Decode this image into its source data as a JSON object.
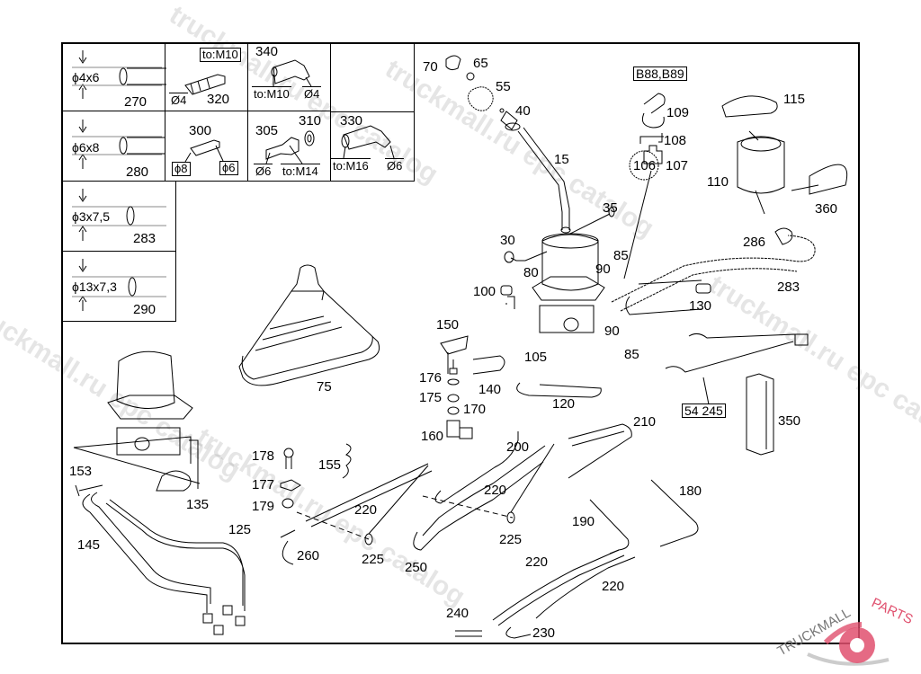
{
  "watermarks": [
    "truckmall.ru epc catalog",
    "truckmall.ru epc catalog",
    "truckmall.ru epc catalog",
    "truckmall.ru epc catalog"
  ],
  "logo": {
    "text_dark": "TRUCKMALL",
    "text_accent": "PARTS",
    "accent_color": "#e0506e",
    "dark_color": "#777777"
  },
  "legend": {
    "hoses": [
      {
        "dim": "ϕ4x6",
        "part": "270"
      },
      {
        "dim": "ϕ6x8",
        "part": "280"
      },
      {
        "dim": "ϕ3x7,5",
        "part": "283"
      },
      {
        "dim": "ϕ13x7,3",
        "part": "290"
      }
    ],
    "fittings": [
      {
        "part": "320",
        "a": "Ø4",
        "b": "to:M10"
      },
      {
        "part": "340",
        "a": "to:M10",
        "b": "Ø4"
      },
      {
        "part": "300",
        "a": "ϕ8",
        "b": "ϕ6"
      },
      {
        "part": "305",
        "part2": "310",
        "a": "Ø6",
        "b": "to:M14"
      },
      {
        "part": "330",
        "a": "to:M16",
        "b": "Ø6"
      }
    ]
  },
  "callouts": {
    "c70": "70",
    "c65": "65",
    "c55": "55",
    "c40": "40",
    "c15": "15",
    "c35": "35",
    "c30": "30",
    "c80": "80",
    "c85a": "85",
    "c90a": "90",
    "c100": "100",
    "c150": "150",
    "c90b": "90",
    "c85b": "85",
    "c105": "105",
    "c176": "176",
    "c175": "175",
    "c170": "170",
    "c140": "140",
    "c120": "120",
    "c160": "160",
    "c200": "200",
    "c210": "210",
    "c178": "178",
    "c177": "177",
    "c179": "179",
    "c155": "155",
    "c220a": "220",
    "c220b": "220",
    "c225a": "225",
    "c225b": "225",
    "c260": "260",
    "c250": "250",
    "c190": "190",
    "c180": "180",
    "c220c": "220",
    "c220d": "220",
    "c240": "240",
    "c230": "230",
    "c75": "75",
    "c153": "153",
    "c135": "135",
    "c125": "125",
    "c145": "145",
    "c109": "109",
    "c108": "108",
    "c107": "107",
    "c106": "106",
    "c115": "115",
    "c110": "110",
    "c360": "360",
    "c286": "286",
    "c283": "283",
    "c130": "130",
    "c350": "350"
  },
  "boxed_refs": {
    "b88": "B88,B89",
    "ref54245": "54 245"
  }
}
